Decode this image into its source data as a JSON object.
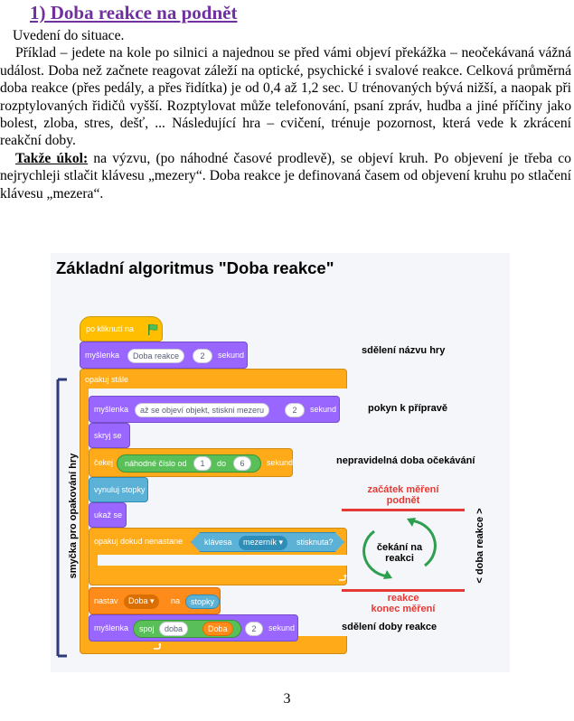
{
  "heading": "1) Doba reakce na podnět",
  "paragraphs": {
    "p1": "Uvedení do situace.",
    "p2": "Příklad – jedete na kole po silnici a najednou se před vámi objeví překážka – neočekávaná vážná událost. Doba než začnete reagovat záleží na optické, psychické i svalové reakce. Celková průměrná doba reakce (přes pedály, a přes řidítka) je od 0,4 až 1,2 sec. U trénovaných bývá nižší, a naopak při rozptylovaných řidičů vyšší. Rozptylovat může telefonování, psaní zpráv, hudba a jiné příčiny jako bolest, zloba, stres, dešť, ... Následující hra – cvičení, trénuje pozornost, která vede k zkrácení reakční doby.",
    "p3_bold": "Takže úkol:",
    "p3_rest": " na výzvu, (po náhodné časové prodlevě), se objeví kruh. Po objevení je třeba co nejrychleji stlačit klávesu „mezery“. Doba reakce je definovaná časem od objevení kruhu po stlačení klávesu „mezera“."
  },
  "figure": {
    "title": "Základní algoritmus \"Doba reakce\"",
    "blocks": {
      "when_flag": "po kliknutí na",
      "think1": "myšlenka",
      "think1_text": "Doba reakce",
      "think1_num": "2",
      "think1_unit": "sekund",
      "forever": "opakuj stále",
      "think2": "myšlenka",
      "think2_text": "až se objeví objekt, stiskni mezeru",
      "think2_num": "2",
      "think2_unit": "sekund",
      "hide": "skryj se",
      "wait": "čekej",
      "random": "náhodné číslo od",
      "random_from": "1",
      "random_to_label": "do",
      "random_to": "6",
      "wait_unit": "sekund",
      "reset_timer": "vynuluj stopky",
      "show": "ukaž se",
      "repeat_until": "opakuj dokud nenastane",
      "key_label": "klávesa",
      "key_value": "mezerník ▾",
      "key_pressed": "stisknuta?",
      "set": "nastav",
      "set_var": "Doba ▾",
      "set_to": "na",
      "timer": "stopky",
      "think3": "myšlenka",
      "join": "spoj",
      "join_a": "doba",
      "join_b": "Doba",
      "think3_num": "2",
      "think3_unit": "sekund"
    },
    "annotations": {
      "a1": "sdělení názvu hry",
      "a2": "pokyn k přípravě",
      "a3": "nepravidelná doba očekávání",
      "a4_line1": "začátek měření",
      "a4_line2": "podnět",
      "a5_line1": "čekání na",
      "a5_line2": "reakci",
      "a6_line1": "reakce",
      "a6_line2": "konec měření",
      "a7": "sdělení doby reakce",
      "side_left": "smyčka pro opakování hry",
      "side_right": "< doba reakce >"
    },
    "colors": {
      "events": "#ffbf00",
      "looks": "#9966ff",
      "control": "#ffab19",
      "sensing": "#5cb1d6",
      "operators": "#59c059",
      "variables": "#ff8c1a",
      "annotation_red": "#e53935",
      "cycle_green": "#2e9e4f",
      "bracket_blue": "#2f3a7a"
    },
    "icons": [
      "green-flag-icon",
      "loop-arrow-icon"
    ]
  },
  "page_number": "3"
}
